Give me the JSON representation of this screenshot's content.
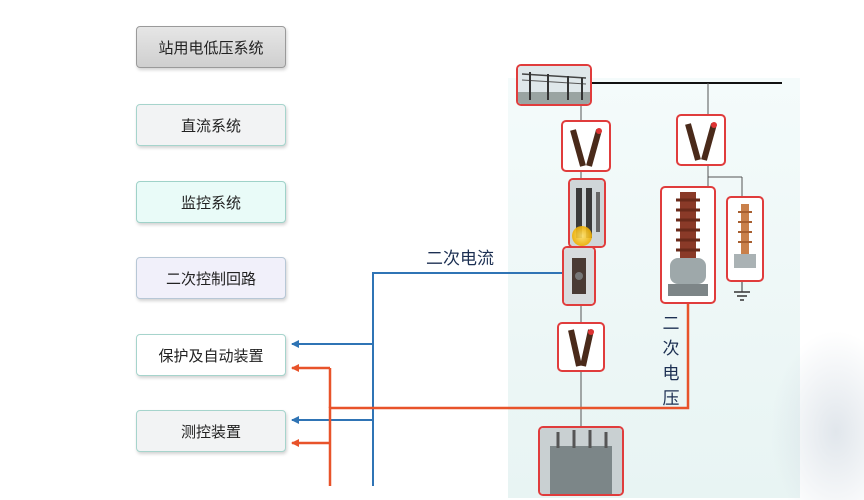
{
  "boxes": [
    {
      "label": "站用电低压系统"
    },
    {
      "label": "直流系统"
    },
    {
      "label": "监控系统"
    },
    {
      "label": "二次控制回路"
    },
    {
      "label": "保护及自动装置"
    },
    {
      "label": "测控装置"
    }
  ],
  "labels": {
    "secondary_current": "二次电流",
    "secondary_voltage": "二次电压"
  },
  "colors": {
    "current_line": "#2f74b5",
    "voltage_line": "#e8532a",
    "device_border": "#e03c3c",
    "bus_line": "#111111"
  }
}
